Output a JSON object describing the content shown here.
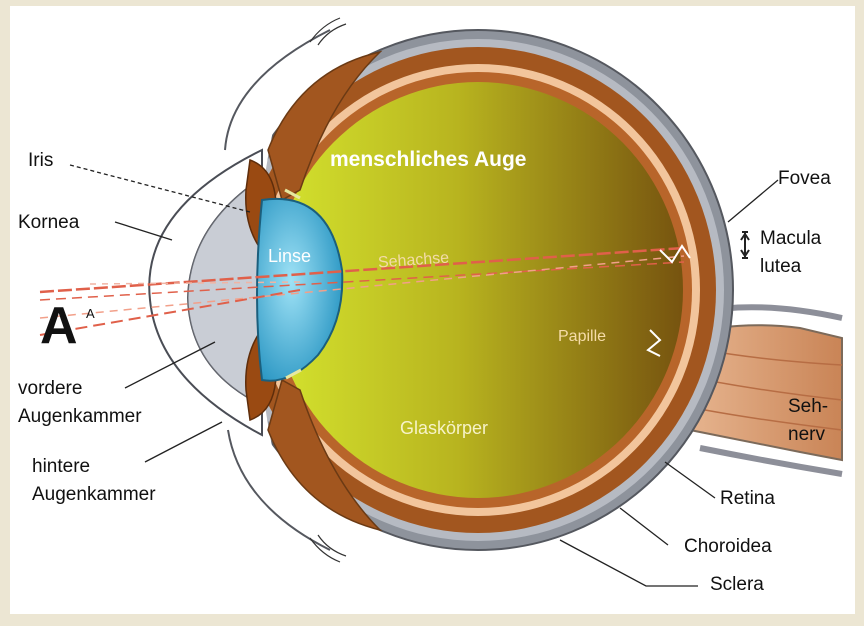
{
  "title": "menschliches Auge",
  "labels": {
    "iris": "Iris",
    "kornea": "Kornea",
    "linse": "Linse",
    "sehachse": "Sehachse",
    "fovea": "Fovea",
    "macula_1": "Macula",
    "macula_2": "lutea",
    "papille": "Papille",
    "glaskoerper": "Glaskörper",
    "sehnerv_1": "Seh-",
    "sehnerv_2": "nerv",
    "vordere_1": "vordere",
    "vordere_2": "Augenkammer",
    "hintere_1": "hintere",
    "hintere_2": "Augenkammer",
    "retina": "Retina",
    "choroidea": "Choroidea",
    "sclera": "Sclera",
    "letter_big": "A",
    "letter_small": "A"
  },
  "colors": {
    "sclera": "#9aa0a8",
    "choroidea": "#a0521e",
    "retina": "#f3c79e",
    "vitreous_left": "#d2e02e",
    "vitreous_right": "#7a5a12",
    "lens": "#49b9de",
    "iris": "#9a4a12",
    "cornea": "#cfd3db",
    "nerve": "#d9a079",
    "ray": "#e0604a"
  }
}
